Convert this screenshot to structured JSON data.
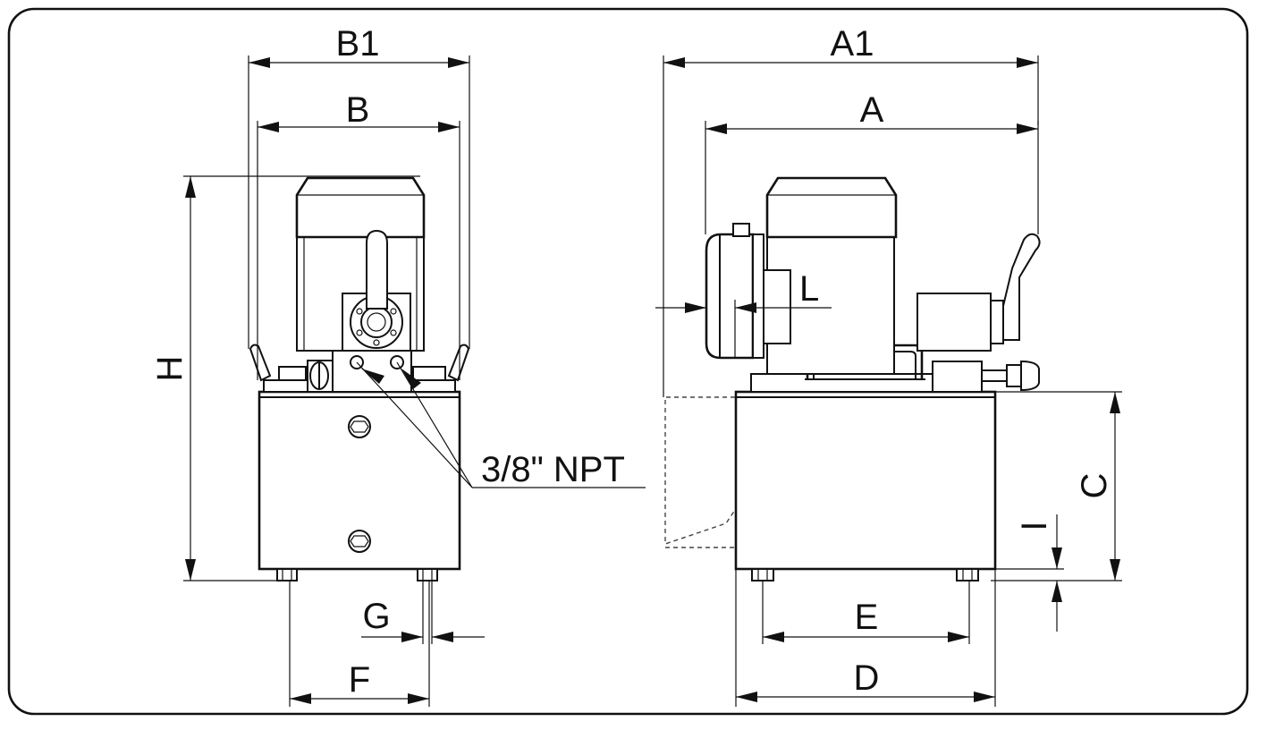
{
  "drawing": {
    "labels": {
      "b1": "B1",
      "b": "B",
      "h": "H",
      "g": "G",
      "f": "F",
      "a1": "A1",
      "a": "A",
      "l": "L",
      "c": "C",
      "i": "I",
      "e": "E",
      "d": "D",
      "port": "3/8\" NPT"
    }
  }
}
